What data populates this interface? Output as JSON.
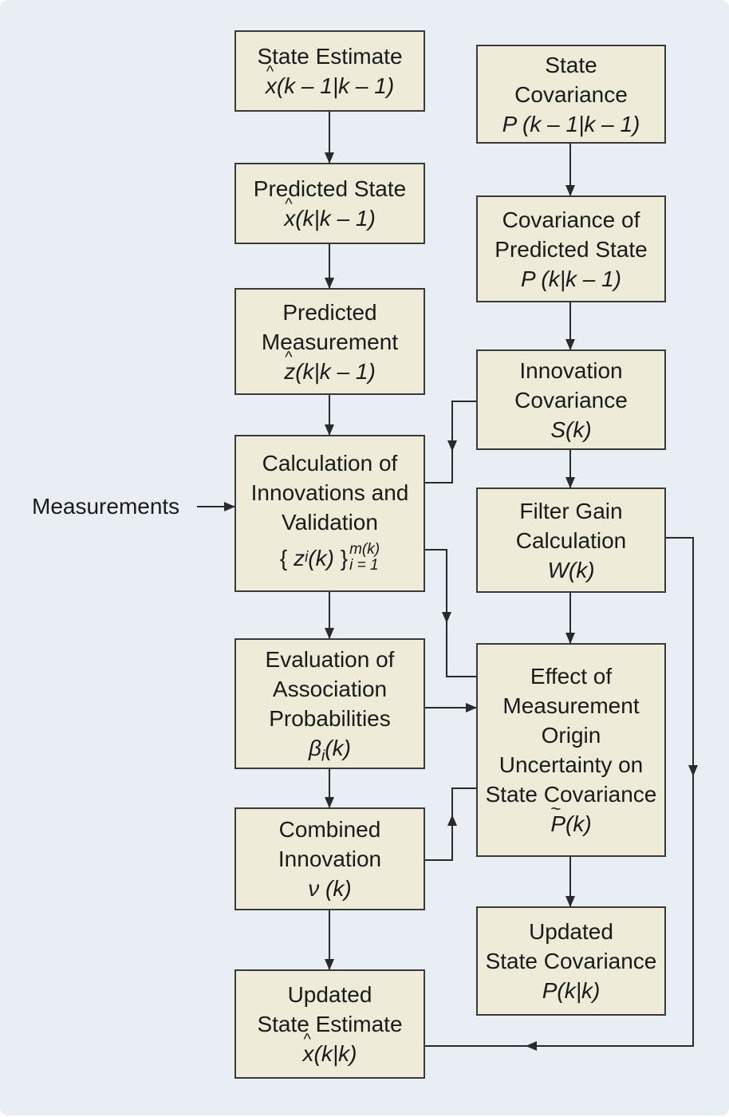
{
  "external_input": "Measurements",
  "left_column": {
    "state_estimate": {
      "title": "State Estimate",
      "formula": "x̂(k – 1|k – 1)"
    },
    "predicted_state": {
      "title": "Predicted State",
      "formula": "x̂(k|k – 1)"
    },
    "predicted_measurement": {
      "line1": "Predicted",
      "line2": "Measurement",
      "formula": "ẑ(k|k – 1)"
    },
    "innovations": {
      "line1": "Calculation of",
      "line2": "Innovations and",
      "line3": "Validation",
      "formula": "{ z_i(k) }_{i=1}^{m(k)}",
      "sym": "z",
      "sub": "i",
      "arg": "(k)",
      "lower": "i = 1",
      "upper": "m(k)"
    },
    "association": {
      "line1": "Evaluation of",
      "line2": "Association",
      "line3": "Probabilities",
      "formula": "β_i(k)"
    },
    "combined_innovation": {
      "line1": "Combined",
      "line2": "Innovation",
      "formula": "ν (k)"
    },
    "updated_state": {
      "line1": "Updated",
      "line2": "State Estimate",
      "formula": "x̂(k|k)"
    }
  },
  "right_column": {
    "state_covariance": {
      "line1": "State",
      "line2": "Covariance",
      "formula": "P (k – 1|k – 1)"
    },
    "predicted_covariance": {
      "line1": "Covariance of",
      "line2": "Predicted State",
      "formula": "P (k|k – 1)"
    },
    "innovation_covariance": {
      "line1": "Innovation",
      "line2": "Covariance",
      "formula": "S(k)"
    },
    "filter_gain": {
      "line1": "Filter Gain",
      "line2": "Calculation",
      "formula": "W(k)"
    },
    "origin_uncertainty": {
      "line1": "Effect of",
      "line2": "Measurement",
      "line3": "Origin",
      "line4": "Uncertainty on",
      "line5": "State Covariance",
      "formula": "P̃(k)"
    },
    "updated_covariance": {
      "line1": "Updated",
      "line2": "State Covariance",
      "formula": "P(k|k)"
    }
  }
}
